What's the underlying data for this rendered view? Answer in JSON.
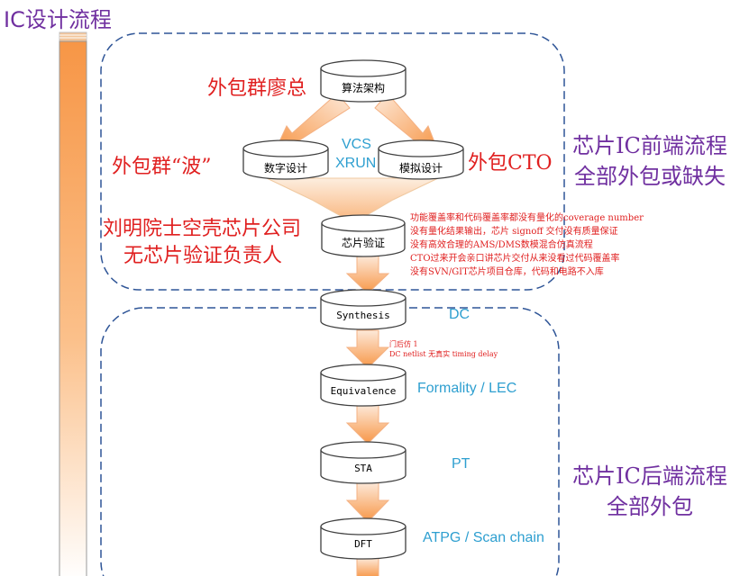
{
  "title": "IC设计流程",
  "nodes": {
    "arch": "算法架构",
    "digital": "数字设计",
    "analog": "模拟设计",
    "verify": "芯片验证",
    "synthesis": "Synthesis",
    "equivalence": "Equivalence",
    "sta": "STA",
    "dft": "DFT"
  },
  "tools": {
    "vcs": "VCS",
    "xrun": "XRUN",
    "dc": "DC",
    "formality": "Formality / LEC",
    "pt": "PT",
    "atpg": "ATPG / Scan chain"
  },
  "annotations": {
    "outsource_liao": "外包群廖总",
    "outsource_bo": "外包群“波”",
    "outsource_cto": "外包CTO",
    "liu_line1": "刘明院士空壳芯片公司",
    "liu_line2": "无芯片验证负责人"
  },
  "verify_notes": [
    "功能覆盖率和代码覆盖率都没有量化的coverage number",
    "没有量化结果输出，芯片 signoff 交付没有质量保证",
    "没有高效合理的AMS/DMS数模混合仿真流程",
    "CTO过来开会亲口讲芯片交付从来没看过代码覆盖率",
    "没有SVN/GIT芯片项目仓库，代码和电路不入库"
  ],
  "gate_notes": [
    "门后仿 1",
    "DC netlist 无真实 timing delay"
  ],
  "sections": {
    "front_line1": "芯片IC前端流程",
    "front_line2": "全部外包或缺失",
    "back_line1": "芯片IC后端流程",
    "back_line2": "全部外包"
  },
  "colors": {
    "arrow_light": "#fde0c4",
    "arrow_dark": "#f79646",
    "dashed_border": "#2f5597",
    "purple": "#7030a0",
    "red": "#e02020",
    "blue": "#2e9fd0"
  }
}
